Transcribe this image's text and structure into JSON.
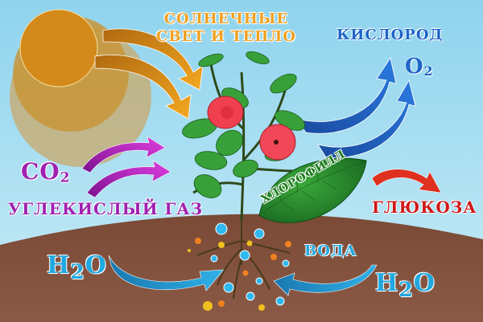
{
  "diagram": {
    "topic": "Photosynthesis",
    "colors": {
      "sky_top": "#8fd3ee",
      "sky_bottom": "#c8ecf6",
      "soil": "#7a4a36",
      "sun_core": "#d48a1a",
      "sun_glow": "#c9a86a",
      "sun_arrow": "#f0a020",
      "co2": "#a020b0",
      "oxygen": "#1e64c8",
      "glucose": "#d01818",
      "water": "#20a8e0",
      "leaf": "#2e9a2e",
      "flower": "#f04050"
    },
    "labels": {
      "sunlight_line1": "СОЛНЕЧНЫЕ",
      "sunlight_line2": "СВЕТ И ТЕПЛО",
      "oxygen": "КИСЛОРОД",
      "o2_base": "O",
      "o2_sub": "2",
      "co2_base": "CO",
      "co2_sub": "2",
      "carbon_dioxide": "УГЛЕКИСЛЫЙ ГАЗ",
      "chlorophyll": "ХЛОРОФИЛЛ",
      "glucose": "ГЛЮКОЗА",
      "water": "ВОДА",
      "h2o_left_h": "H",
      "h2o_left_sub": "2",
      "h2o_left_o": "O",
      "h2o_right_h": "H",
      "h2o_right_sub": "2",
      "h2o_right_o": "O"
    },
    "nodes": [
      {
        "id": "sun",
        "label": "СОЛНЕЧНЫЕ СВЕТ И ТЕПЛО"
      },
      {
        "id": "plant",
        "label": "ХЛОРОФИЛЛ"
      },
      {
        "id": "co2",
        "label": "CO2 / УГЛЕКИСЛЫЙ ГАЗ"
      },
      {
        "id": "o2",
        "label": "O2 / КИСЛОРОД"
      },
      {
        "id": "glucose",
        "label": "ГЛЮКОЗА"
      },
      {
        "id": "water",
        "label": "H2O / ВОДА"
      }
    ],
    "edges": [
      {
        "from": "sun",
        "to": "plant",
        "count": 2
      },
      {
        "from": "co2",
        "to": "plant",
        "count": 2
      },
      {
        "from": "plant",
        "to": "o2",
        "count": 2
      },
      {
        "from": "plant",
        "to": "glucose",
        "count": 1
      },
      {
        "from": "water",
        "to": "plant",
        "count": 2
      }
    ]
  }
}
